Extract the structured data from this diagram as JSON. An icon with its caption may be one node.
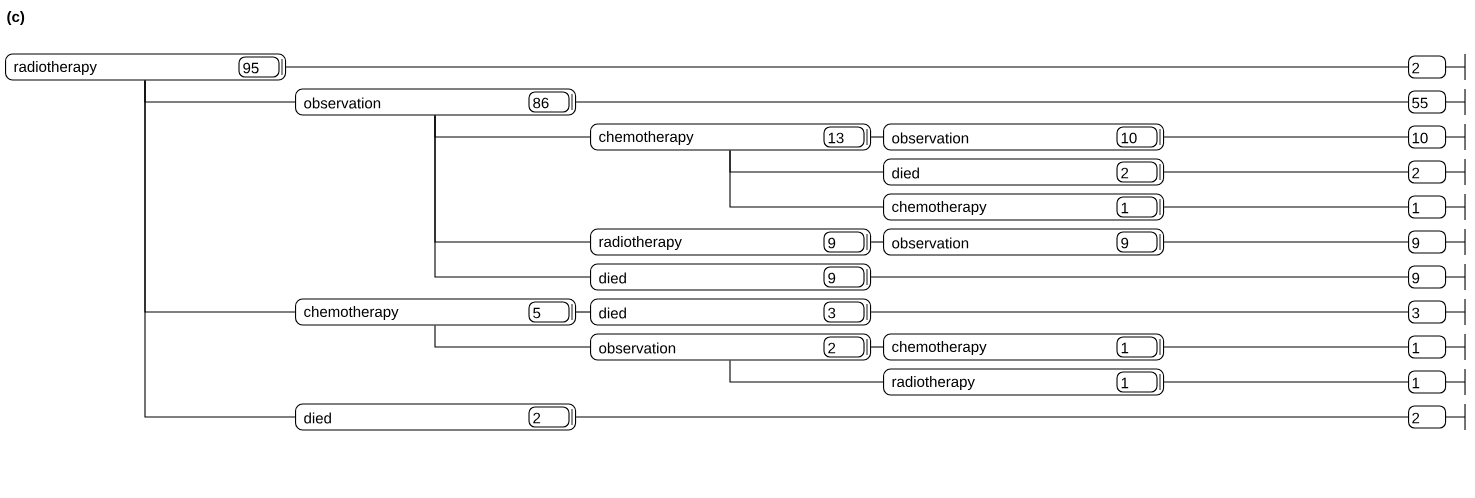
{
  "diagram": {
    "title": "(c)",
    "nodes": [
      {
        "text": [
          "radiotherapy",
          "95"
        ]
      },
      {
        "text": [
          "2"
        ]
      },
      {
        "text": [
          "observation",
          "86"
        ]
      },
      {
        "text": [
          "55"
        ]
      },
      {
        "text": [
          "chemotherapy",
          "13"
        ]
      },
      {
        "text": [
          "observation",
          "10"
        ]
      },
      {
        "text": [
          "10"
        ]
      },
      {
        "text": [
          "died",
          "2"
        ]
      },
      {
        "text": [
          "2"
        ]
      },
      {
        "text": [
          "chemotherapy",
          "1"
        ]
      },
      {
        "text": [
          "1"
        ]
      },
      {
        "text": [
          "radiotherapy",
          "9"
        ]
      },
      {
        "text": [
          "observation",
          "9"
        ]
      },
      {
        "text": [
          "9"
        ]
      },
      {
        "text": [
          "died",
          "9"
        ]
      },
      {
        "text": [
          "9"
        ]
      },
      {
        "text": [
          "chemotherapy",
          "5"
        ]
      },
      {
        "text": [
          "died",
          "3"
        ]
      },
      {
        "text": [
          "3"
        ]
      },
      {
        "text": [
          "observation",
          "2"
        ]
      },
      {
        "text": [
          "chemotherapy",
          "1"
        ]
      },
      {
        "text": [
          "1"
        ]
      },
      {
        "text": [
          "radiotherapy",
          "1"
        ]
      },
      {
        "text": [
          "1"
        ]
      },
      {
        "text": [
          "died",
          "2"
        ]
      },
      {
        "text": [
          "2"
        ]
      }
    ],
    "edges": [
      {
        "from": 0,
        "to": 1,
        "arrow": "none"
      },
      {
        "from": 0,
        "to": 2,
        "arrow": "none"
      },
      {
        "from": 0,
        "to": 16,
        "arrow": "none"
      },
      {
        "from": 0,
        "to": 24,
        "arrow": "none"
      },
      {
        "from": 2,
        "to": 3,
        "arrow": "none"
      },
      {
        "from": 2,
        "to": 4,
        "arrow": "none"
      },
      {
        "from": 2,
        "to": 11,
        "arrow": "none"
      },
      {
        "from": 2,
        "to": 14,
        "arrow": "none"
      },
      {
        "from": 4,
        "to": 5,
        "arrow": "none"
      },
      {
        "from": 4,
        "to": 7,
        "arrow": "none"
      },
      {
        "from": 4,
        "to": 9,
        "arrow": "none"
      },
      {
        "from": 5,
        "to": 6,
        "arrow": "none"
      },
      {
        "from": 7,
        "to": 8,
        "arrow": "none"
      },
      {
        "from": 9,
        "to": 10,
        "arrow": "none"
      },
      {
        "from": 11,
        "to": 12,
        "arrow": "none"
      },
      {
        "from": 12,
        "to": 13,
        "arrow": "none"
      },
      {
        "from": 14,
        "to": 15,
        "arrow": "none"
      },
      {
        "from": 16,
        "to": 17,
        "arrow": "none"
      },
      {
        "from": 16,
        "to": 19,
        "arrow": "none"
      },
      {
        "from": 17,
        "to": 18,
        "arrow": "none"
      },
      {
        "from": 19,
        "to": 20,
        "arrow": "none"
      },
      {
        "from": 19,
        "to": 22,
        "arrow": "none"
      },
      {
        "from": 20,
        "to": 21,
        "arrow": "none"
      },
      {
        "from": 22,
        "to": 23,
        "arrow": "none"
      },
      {
        "from": 24,
        "to": 25,
        "arrow": "none"
      }
    ]
  }
}
